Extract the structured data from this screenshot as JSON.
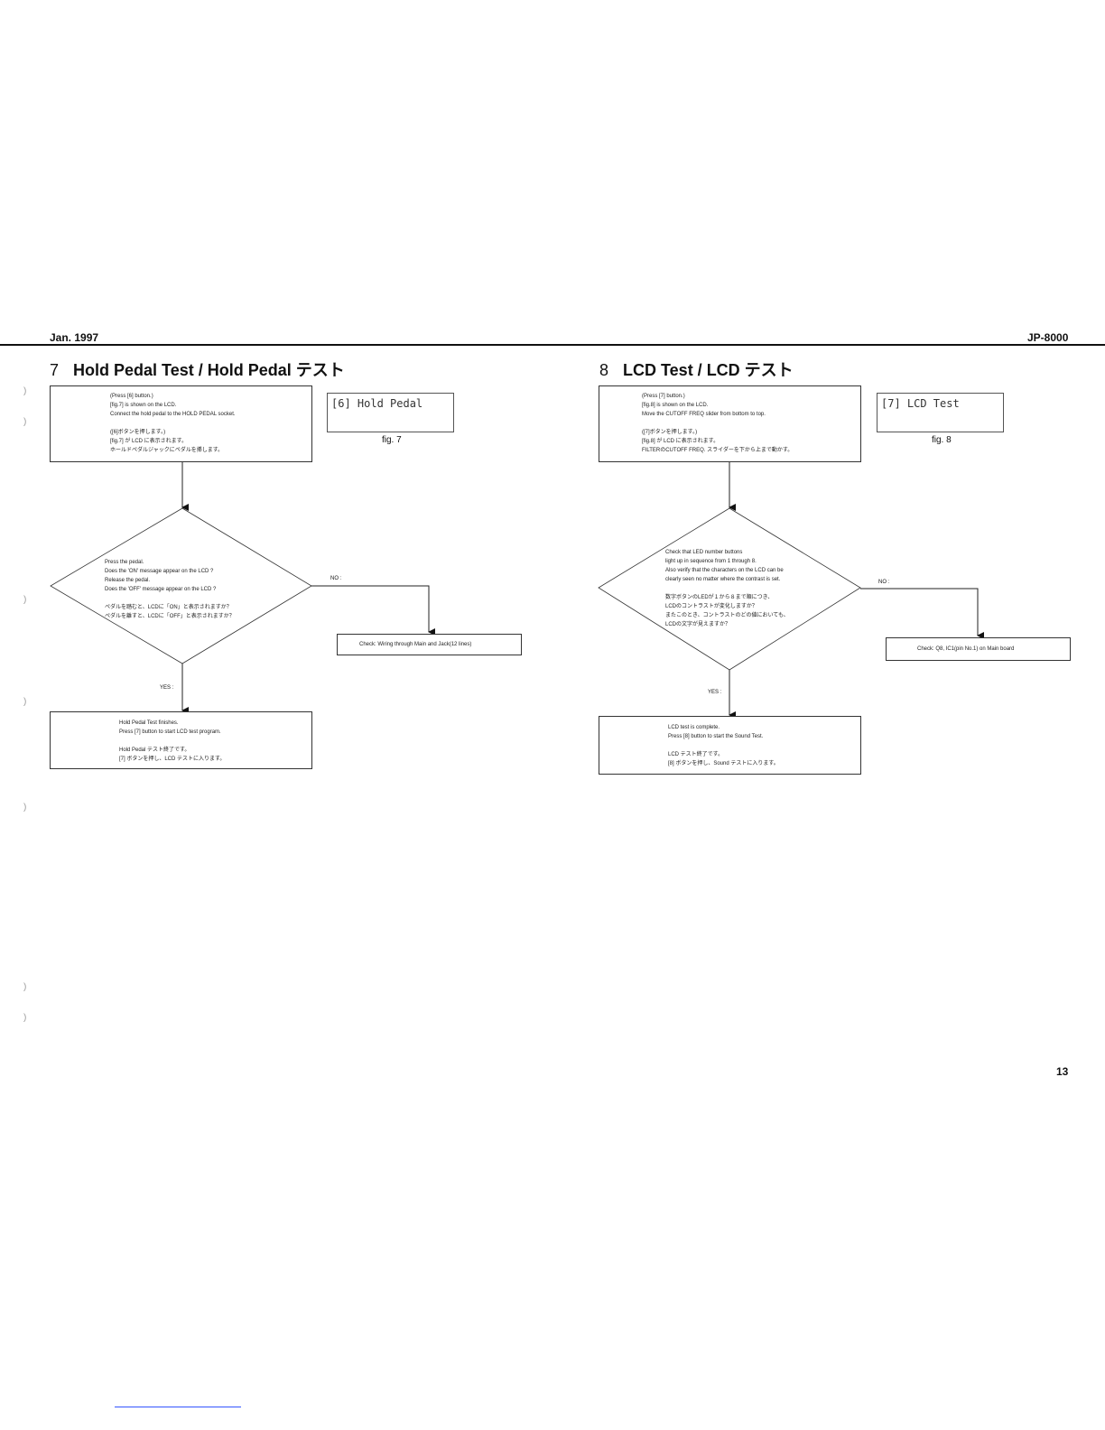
{
  "header": {
    "date": "Jan. 1997",
    "model": "JP-8000"
  },
  "left": {
    "number": "7",
    "title": "Hold Pedal Test / Hold Pedal テスト",
    "start_lines": [
      "(Press [6] button.)",
      "[fig.7] is shown on the LCD.",
      "Connect the hold pedal to the HOLD PEDAL socket.",
      "",
      "([6]ボタンを押します。)",
      "[fig.7] が LCD に表示されます。",
      "ホールドペダルジャックにペダルを挿します。"
    ],
    "lcd_text": "[6] Hold Pedal",
    "fig_label": "fig. 7",
    "decision_lines": [
      "Press the pedal.",
      "Does the 'ON' message appear on the LCD ?",
      "Release the pedal.",
      "Does the 'OFF' message appear on the LCD ?",
      "",
      "ペダルを踏むと、LCDに「ON」と表示されますか？",
      "ペダルを離すと、LCDに「OFF」と表示されますか？"
    ],
    "no_label": "NO :",
    "check_text": "Check:    Wiring through Main and Jack(12 lines)",
    "yes_label": "YES :",
    "end_lines": [
      "Hold Pedal Test finishes.",
      "Press [7] button to start LCD test program.",
      "",
      "Hold Pedal テスト終了です。",
      "[7] ボタンを押し、LCD テストに入ります。"
    ]
  },
  "right": {
    "number": "8",
    "title": "LCD Test / LCD テスト",
    "start_lines": [
      "(Press [7] button.)",
      "[fig.8] is shown on the LCD.",
      "Move the CUTOFF FREQ slider from bottom to top.",
      "",
      "([7]ボタンを押します。)",
      "[fig.8] が LCD に表示されます。",
      "FILTERのCUTOFF FREQ. スライダーを下から上まで動かす。"
    ],
    "lcd_text": "[7] LCD Test",
    "fig_label": "fig. 8",
    "decision_lines": [
      "Check that LED number buttons",
      "light up in sequence from 1 through 8.",
      "Also verify that the characters on the LCD can be",
      "clearly seen no matter where the contrast is set.",
      "",
      "数字ボタンのLEDが１から８まで順につき、",
      "LCDのコントラストが変化しますか？",
      "またこのとき、コントラストのどの値においても、",
      "LCDの文字が見えますか？"
    ],
    "no_label": "NO :",
    "check_text": "Check:    Q8, IC1(pin No.1) on Main board",
    "yes_label": "YES :",
    "end_lines": [
      "LCD test is complete.",
      "Press [8] button to start the Sound Test.",
      "",
      "LCD テスト終了です。",
      "[8] ボタンを押し、Sound テストに入ります。"
    ]
  },
  "page_number": "13"
}
